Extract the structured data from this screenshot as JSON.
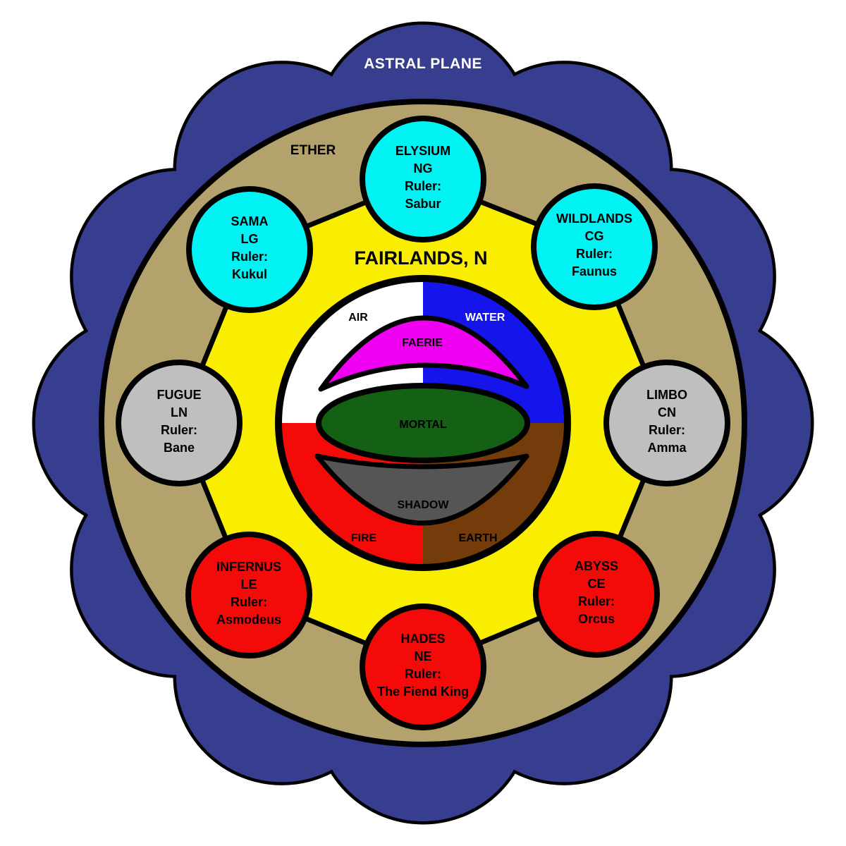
{
  "diagram_title": "ASTRAL PLANE",
  "planes": {
    "astral": {
      "label": "ASTRAL PLANE",
      "color": "#373D8F"
    },
    "ether": {
      "label": "ETHER",
      "color": "#B3A26B"
    },
    "fairlands": {
      "label": "FAIRLANDS, N",
      "color": "#FAEE00"
    }
  },
  "inner_planes": {
    "air": {
      "label": "AIR",
      "color": "#FFFFFF"
    },
    "water": {
      "label": "WATER",
      "color": "#1414EB"
    },
    "fire": {
      "label": "FIRE",
      "color": "#F50A0A"
    },
    "earth": {
      "label": "EARTH",
      "color": "#733C0A"
    },
    "faerie": {
      "label": "FAERIE",
      "color": "#F000F0"
    },
    "mortal": {
      "label": "MORTAL",
      "color": "#146014"
    },
    "shadow": {
      "label": "SHADOW",
      "color": "#555555"
    }
  },
  "realms": [
    {
      "name": "ELYSIUM",
      "alignment": "NG",
      "ruler_label": "Ruler:",
      "ruler": "Sabur",
      "color": "#00F2F2"
    },
    {
      "name": "SAMA",
      "alignment": "LG",
      "ruler_label": "Ruler:",
      "ruler": "Kukul",
      "color": "#00F2F2"
    },
    {
      "name": "WILDLANDS",
      "alignment": "CG",
      "ruler_label": "Ruler:",
      "ruler": "Faunus",
      "color": "#00F2F2"
    },
    {
      "name": "FUGUE",
      "alignment": "LN",
      "ruler_label": "Ruler:",
      "ruler": "Bane",
      "color": "#BFBFBF"
    },
    {
      "name": "LIMBO",
      "alignment": "CN",
      "ruler_label": "Ruler:",
      "ruler": "Amma",
      "color": "#BFBFBF"
    },
    {
      "name": "INFERNUS",
      "alignment": "LE",
      "ruler_label": "Ruler:",
      "ruler": "Asmodeus",
      "color": "#F50A0A"
    },
    {
      "name": "ABYSS",
      "alignment": "CE",
      "ruler_label": "Ruler:",
      "ruler": "Orcus",
      "color": "#F50A0A"
    },
    {
      "name": "HADES",
      "alignment": "NE",
      "ruler_label": "Ruler:",
      "ruler": "The Fiend King",
      "color": "#F50A0A"
    }
  ]
}
